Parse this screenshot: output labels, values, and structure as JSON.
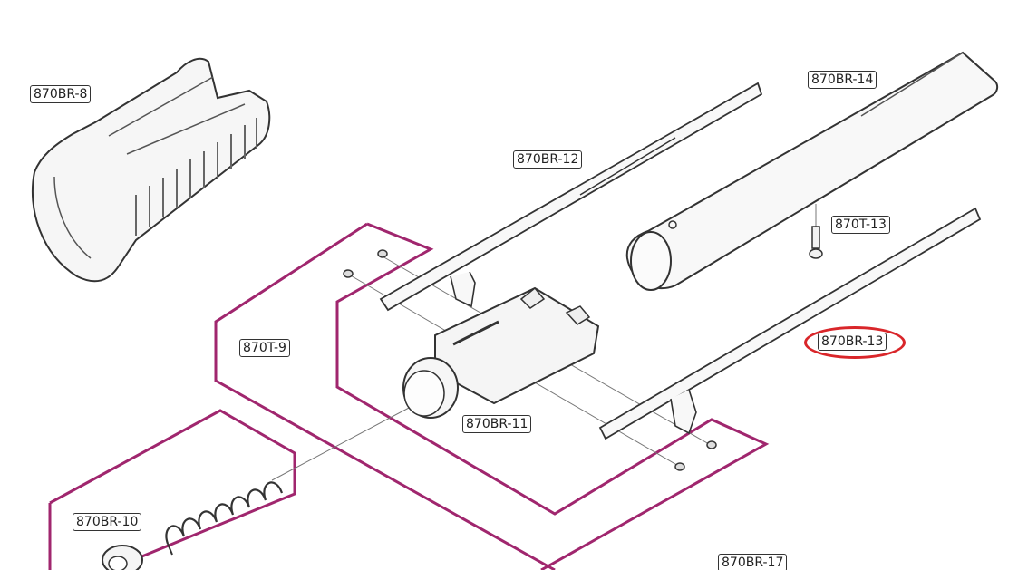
{
  "diagram": {
    "type": "exploded-parts-diagram",
    "highlight_color": "#d9262a",
    "group_outline_color": "#a0266e",
    "labels": {
      "br8": "870BR-8",
      "br12": "870BR-12",
      "br14": "870BR-14",
      "t13": "870T-13",
      "t9": "870T-9",
      "br13": "870BR-13",
      "br11": "870BR-11",
      "br10": "870BR-10",
      "br17": "870BR-17"
    },
    "highlighted_part": "870BR-13"
  }
}
